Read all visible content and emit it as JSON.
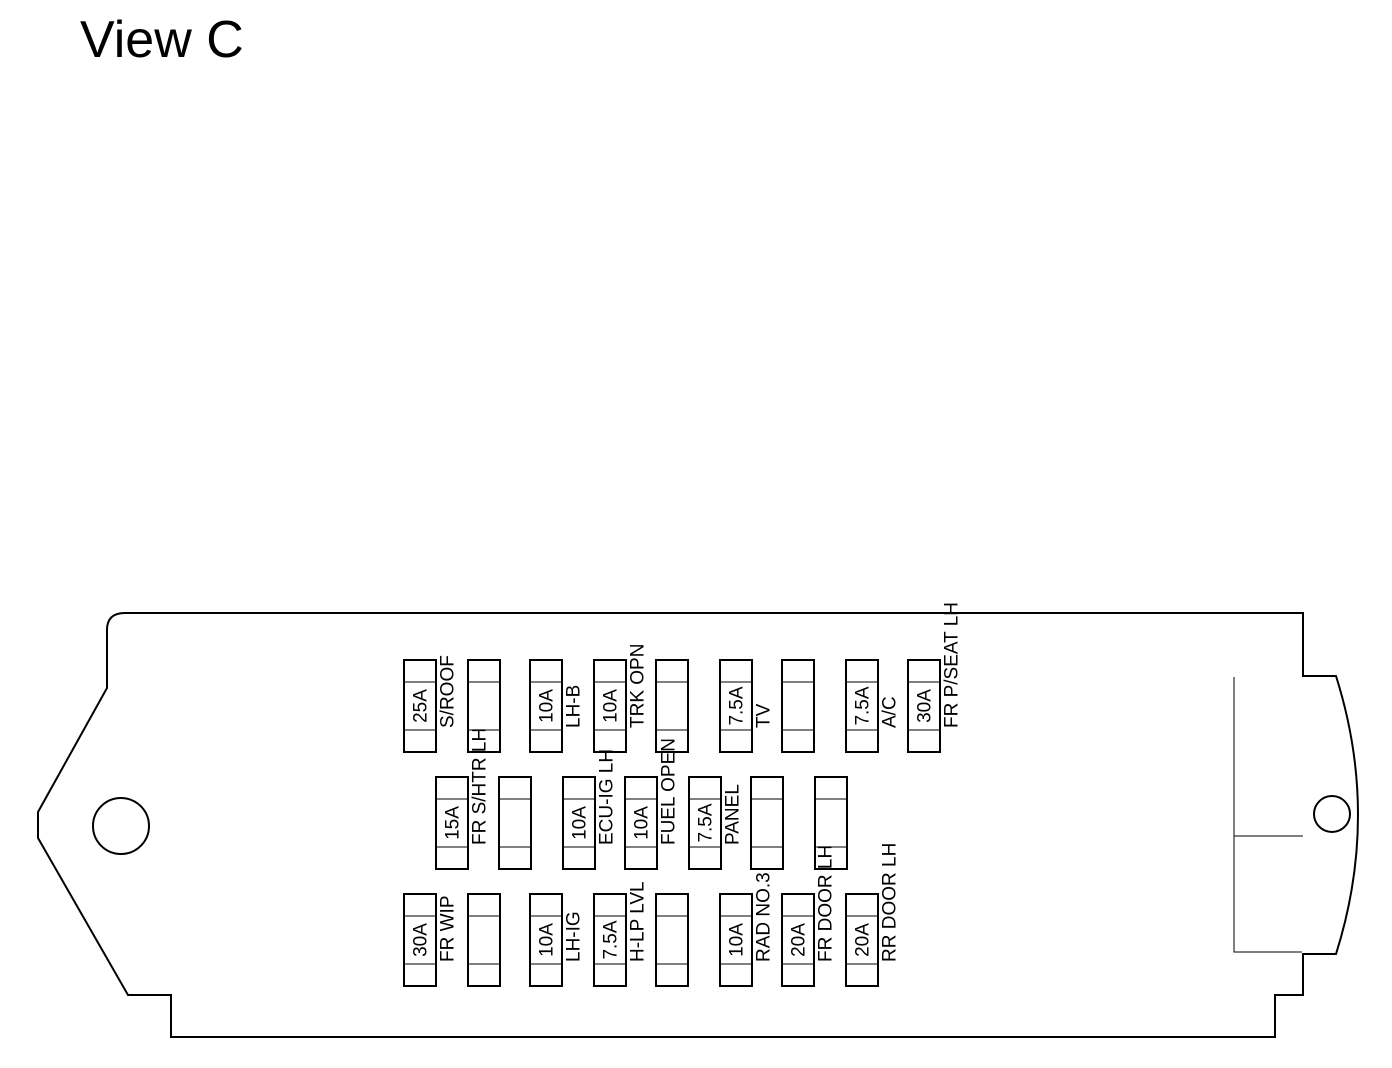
{
  "title": "View C",
  "fuses": {
    "r1": [
      {
        "rating": "25A",
        "label": "S/ROOF"
      },
      {
        "rating": "",
        "label": ""
      },
      {
        "rating": "10A",
        "label": "LH-B"
      },
      {
        "rating": "10A",
        "label": "TRK OPN"
      },
      {
        "rating": "",
        "label": ""
      },
      {
        "rating": "7.5A",
        "label": "TV"
      },
      {
        "rating": "",
        "label": ""
      },
      {
        "rating": "7.5A",
        "label": "A/C"
      },
      {
        "rating": "30A",
        "label": "FR P/SEAT LH"
      }
    ],
    "r2": [
      {
        "rating": "15A",
        "label": "FR S/HTR LH"
      },
      {
        "rating": "",
        "label": ""
      },
      {
        "rating": "10A",
        "label": "ECU-IG LH"
      },
      {
        "rating": "10A",
        "label": "FUEL OPEN"
      },
      {
        "rating": "7.5A",
        "label": "PANEL"
      },
      {
        "rating": "",
        "label": ""
      },
      {
        "rating": "",
        "label": ""
      }
    ],
    "r3": [
      {
        "rating": "30A",
        "label": "FR WIP"
      },
      {
        "rating": "",
        "label": ""
      },
      {
        "rating": "10A",
        "label": "LH-IG"
      },
      {
        "rating": "7.5A",
        "label": "H-LP LVL"
      },
      {
        "rating": "",
        "label": ""
      },
      {
        "rating": "10A",
        "label": "RAD NO.3"
      },
      {
        "rating": "20A",
        "label": "FR DOOR LH"
      },
      {
        "rating": "20A",
        "label": "RR DOOR LH"
      }
    ]
  }
}
